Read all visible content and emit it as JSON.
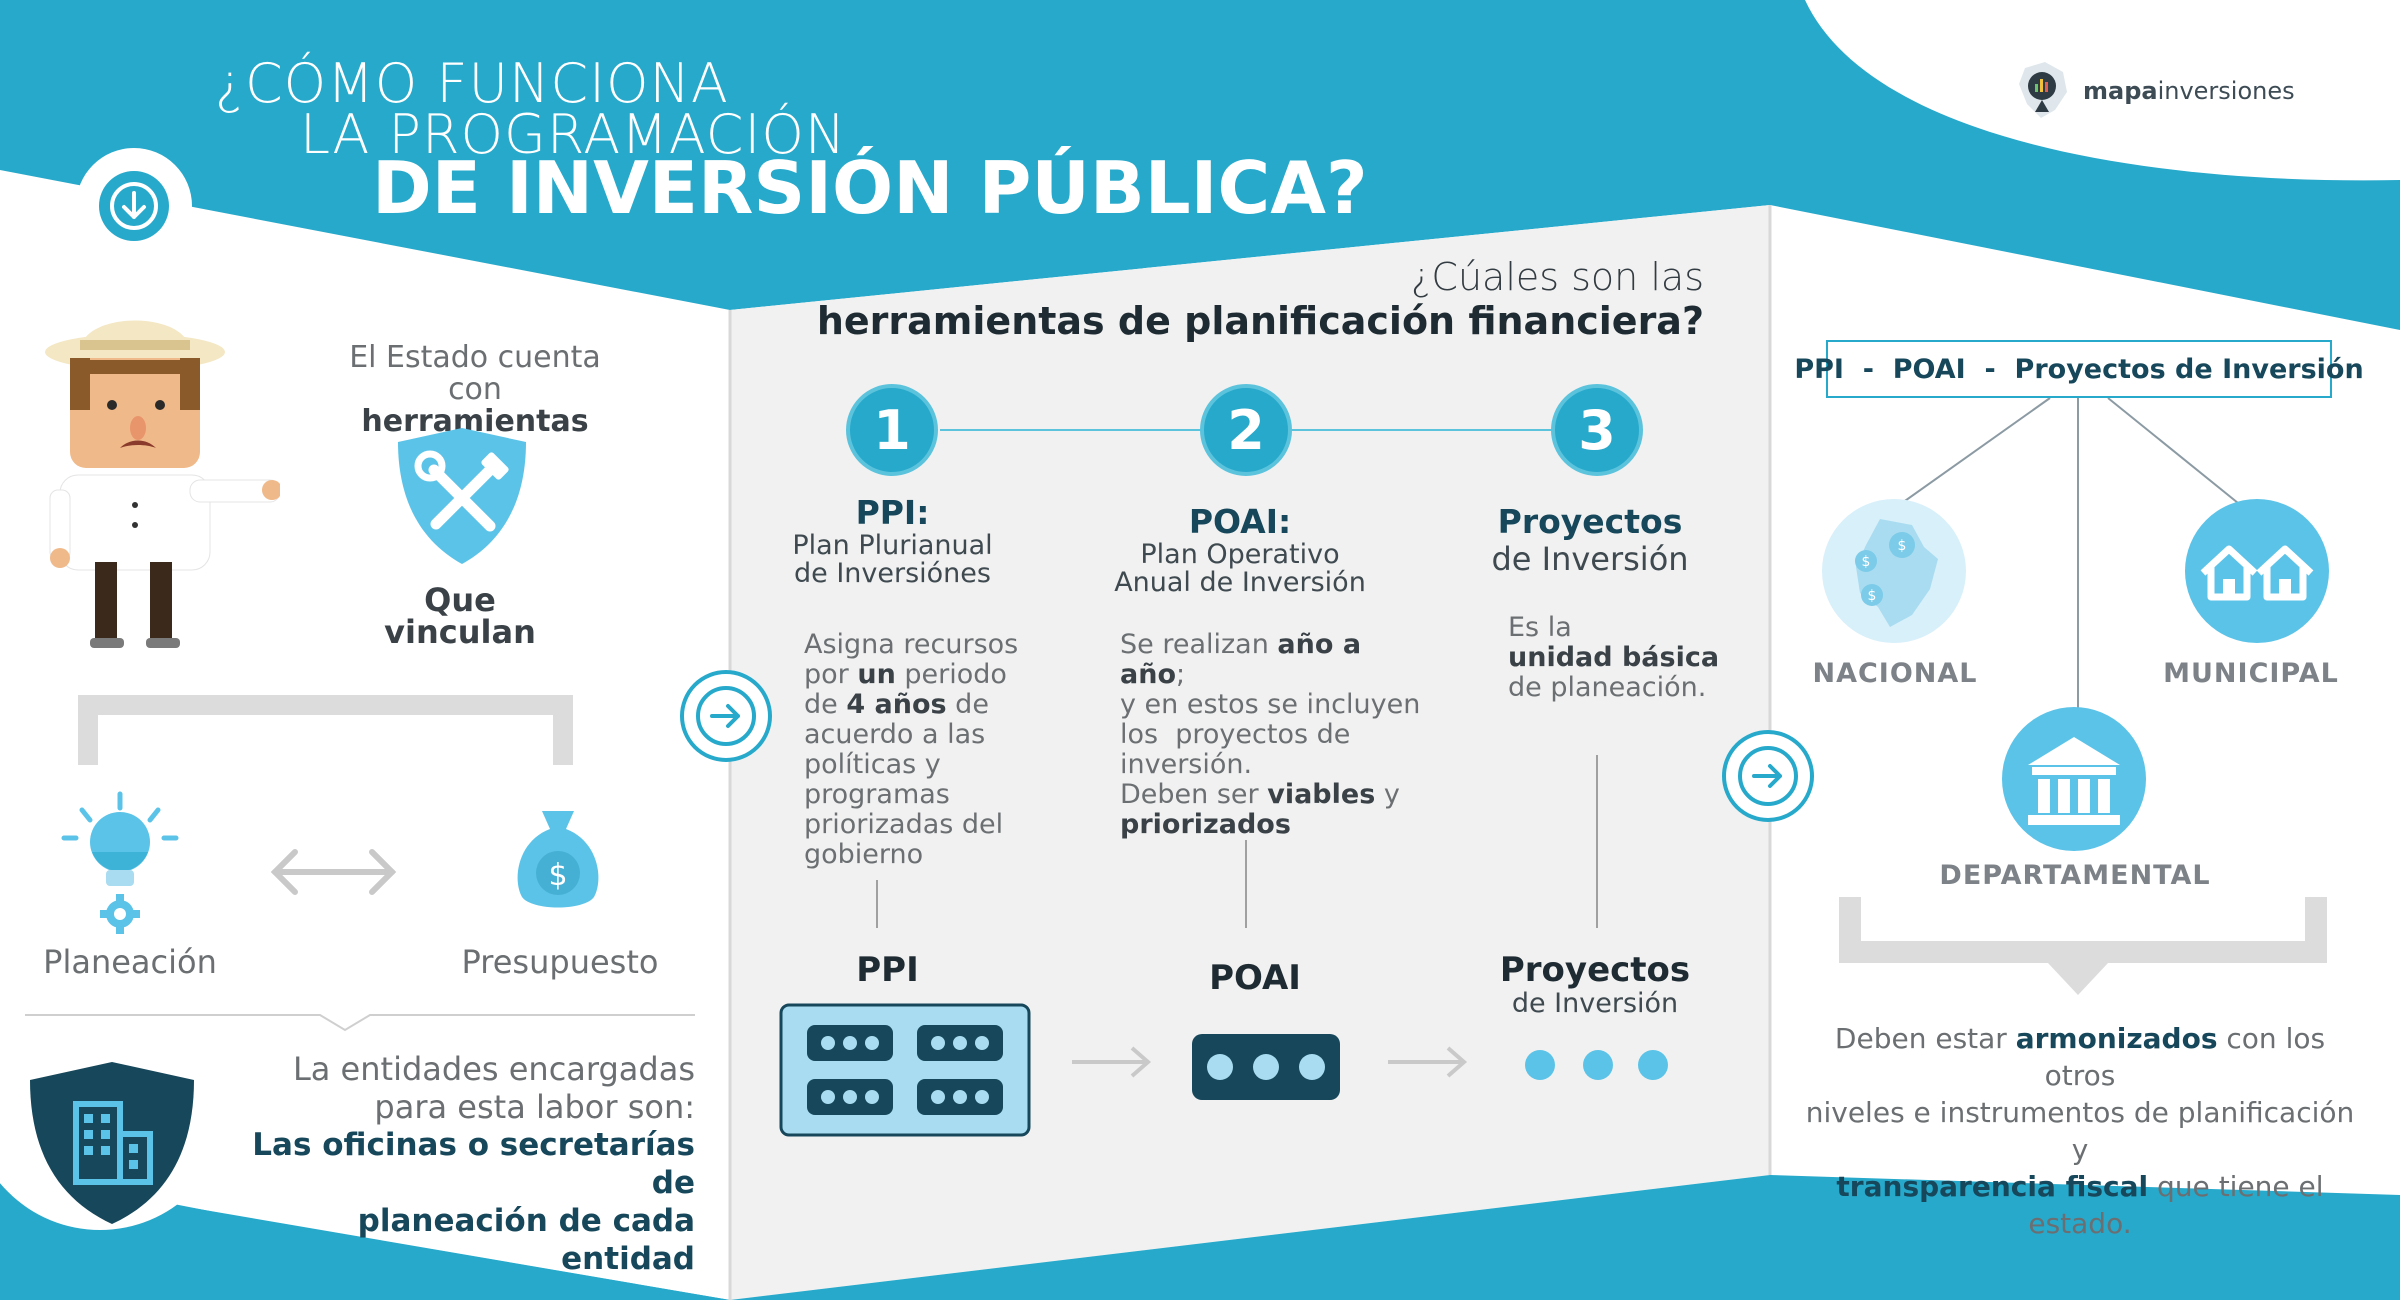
{
  "title": {
    "line1": "¿CÓMO FUNCIONA",
    "line2": "LA PROGRAMACIÓN",
    "line3": "DE INVERSIÓN PÚBLICA?"
  },
  "logo": {
    "bold": "mapa",
    "light": "inversiones"
  },
  "left": {
    "state_pre": "El Estado cuenta con",
    "state_bold": "herramientas",
    "link_line1": "Que",
    "link_line2": "vinculan",
    "planning": "Planeación",
    "budget": "Presupuesto",
    "entities_line1": "La entidades encargadas",
    "entities_line2": "para esta labor son:",
    "entities_bold1": "Las oficinas o secretarías de",
    "entities_bold2": "planeación de cada entidad"
  },
  "middle": {
    "question_line1": "¿Cúales son las",
    "question_line2": "herramientas de planificación financiera?",
    "steps": [
      {
        "number": "1",
        "title": "PPI:",
        "sub1": "Plan Plurianual",
        "sub2": "de Inversiónes"
      },
      {
        "number": "2",
        "title": "POAI:",
        "sub1": "Plan Operativo",
        "sub2": "Anual de Inversión"
      },
      {
        "number": "3",
        "title": "Proyectos",
        "sub1": "de Inversión",
        "sub2": ""
      }
    ],
    "desc1": {
      "l1": "Asigna recursos",
      "l2a": "por ",
      "l2b": "un",
      "l2c": " periodo",
      "l3a": "de ",
      "l3b": "4 años",
      "l3c": " de",
      "l4": "acuerdo a las",
      "l5": "políticas y",
      "l6": "programas",
      "l7": "priorizadas del",
      "l8": "gobierno"
    },
    "desc2": {
      "l1a": "Se realizan ",
      "l1b": "año a año",
      "l1c": ";",
      "l2": "y en estos se incluyen",
      "l3": "los  proyectos de",
      "l4": "inversión.",
      "l5a": "Deben ser ",
      "l5b": "viables",
      "l5c": " y",
      "l6b": "priorizados"
    },
    "desc3": {
      "l1": "Es la",
      "l2b": "unidad básica",
      "l3": "de planeación."
    },
    "bottom_ppi": "PPI",
    "bottom_poai": "POAI",
    "bottom_proj1": "Proyectos",
    "bottom_proj2": "de Inversión"
  },
  "right": {
    "tools": "PPI  -  POAI  -  Proyectos de Inversión",
    "nacional": "NACIONAL",
    "municipal": "MUNICIPAL",
    "departamental": "DEPARTAMENTAL",
    "harm_line1a": "Deben estar ",
    "harm_line1b": "armonizados",
    "harm_line1c": " con los otros",
    "harm_line2": "niveles e instrumentos de planificación y",
    "harm_line3b": "transparencia fiscal",
    "harm_line3c": " que tiene el estado."
  },
  "colors": {
    "primary": "#27a9cb",
    "dark_blue": "#16475a",
    "light_blue": "#a9dcf0",
    "panel_grey": "#f1f1f1"
  }
}
